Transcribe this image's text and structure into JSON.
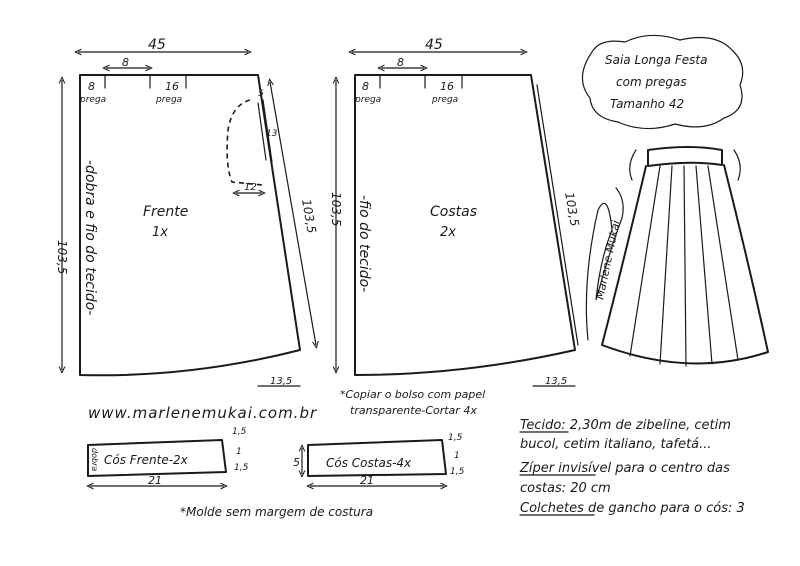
{
  "title": {
    "line1": "Saia Longa Festa",
    "line2": "com pregas",
    "line3": "Tamanho 42"
  },
  "front": {
    "width": "45",
    "height_left": "103,5",
    "height_right": "103,5",
    "pleat1_offset": "8",
    "pleat1_width": "8",
    "pleat1_label": "prega",
    "pleat2_width": "16",
    "pleat2_label": "prega",
    "pocket_5": "5",
    "pocket_13": "13",
    "pocket_12": "12",
    "name": "Frente",
    "count": "1x",
    "fold_text": "-dobra e fio do tecido-",
    "hem_extension": "13,5"
  },
  "back": {
    "width": "45",
    "height_left": "103,5",
    "height_right": "103,5",
    "pleat1_offset": "8",
    "pleat1_width": "8",
    "pleat1_label": "prega",
    "pleat2_width": "16",
    "pleat2_label": "prega",
    "name": "Costas",
    "count": "2x",
    "grain_text": "-fio do tecido-",
    "hem_extension": "13,5"
  },
  "pocket_note": {
    "line1": "*Copiar o bolso com papel",
    "line2": "transparente-Cortar 4x"
  },
  "website": "www.marlenemukai.com.br",
  "waistband_front": {
    "label": "Cós Frente-2x",
    "fold": "dobra",
    "width": "21",
    "h1": "1,5",
    "h2": "1",
    "h3": "1,5"
  },
  "waistband_back": {
    "label": "Cós Costas-4x",
    "width": "21",
    "height": "5",
    "h1": "1,5",
    "h2": "1",
    "h3": "1,5"
  },
  "seam_note": "*Molde sem margem de costura",
  "materials": {
    "line1": "Tecido: 2,30m de zibeline, cetim",
    "line2": "bucol, cetim italiano, tafetá...",
    "line3": "Zíper invisível para o centro das",
    "line4": "costas: 20 cm",
    "line5": "Colchetes de gancho para o cós: 3"
  },
  "signature": "Marlene Mukai"
}
